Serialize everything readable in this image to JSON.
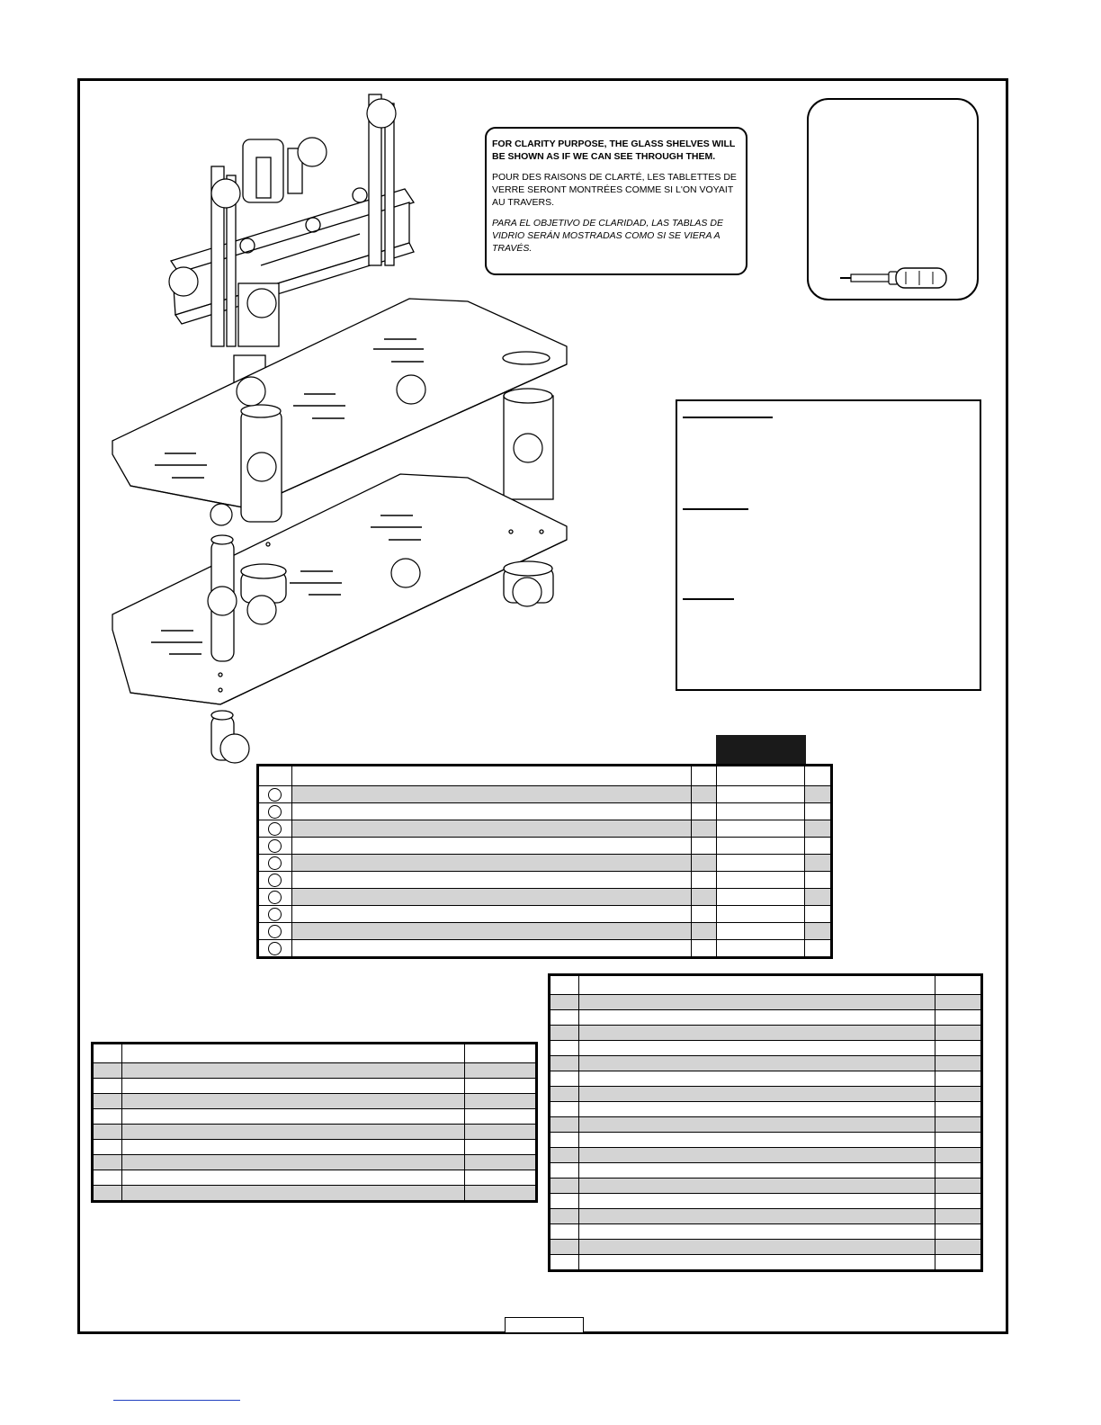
{
  "notice": {
    "english": "FOR CLARITY PURPOSE, THE GLASS SHELVES WILL BE SHOWN AS IF WE CAN SEE THROUGH THEM.",
    "french": "POUR DES RAISONS DE CLARTÉ, LES TABLETTES DE VERRE SERONT MONTRÉES COMME SI L'ON VOYAIT AU TRAVERS.",
    "spanish": "PARA EL OBJETIVO DE CLARIDAD, LAS TABLAS DE VIDRIO SERÁN MOSTRADAS COMO SI SE VIERA A TRAVÉS."
  },
  "tools": {
    "icon": "screwdriver-icon"
  },
  "colors": {
    "stripe": "#d4d4d4",
    "ink": "#000000",
    "header_fill": "#1a1a1a"
  },
  "parts_table": {
    "row_count": 10
  },
  "hardware_table_left": {
    "row_count": 9
  },
  "hardware_table_right": {
    "row_count": 18
  }
}
